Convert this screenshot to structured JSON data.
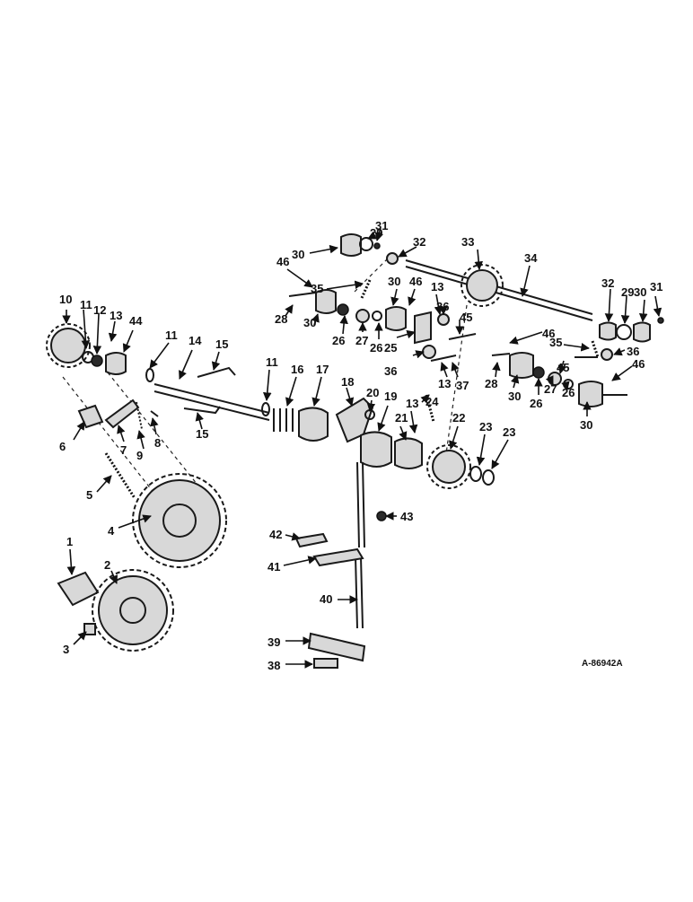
{
  "drawing_code": "A-86942A",
  "callouts": [
    "1",
    "2",
    "3",
    "4",
    "5",
    "6",
    "7",
    "8",
    "9",
    "10",
    "11",
    "12",
    "13",
    "14",
    "15",
    "16",
    "17",
    "18",
    "19",
    "20",
    "21",
    "22",
    "23",
    "24",
    "25",
    "26",
    "27",
    "28",
    "29",
    "30",
    "31",
    "32",
    "33",
    "34",
    "35",
    "36",
    "37",
    "38",
    "39",
    "40",
    "41",
    "42",
    "43",
    "44",
    "45",
    "46"
  ]
}
